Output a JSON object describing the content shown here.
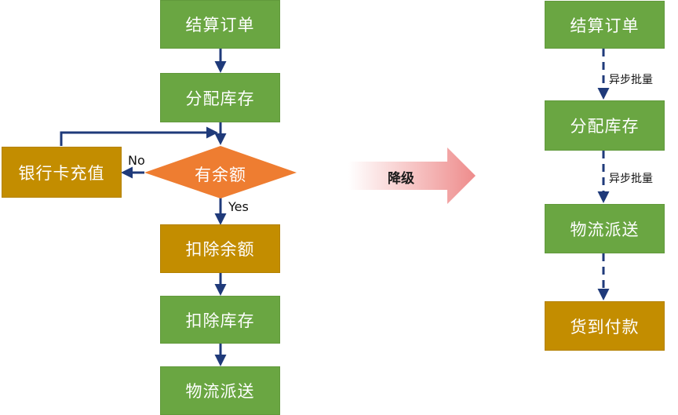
{
  "left_flow": {
    "step1": "结算订单",
    "step2": "分配库存",
    "decision": "有余额",
    "no_branch": "银行卡充值",
    "no_label": "No",
    "yes_label": "Yes",
    "step3": "扣除余额",
    "step4": "扣除库存",
    "step5": "物流派送"
  },
  "transition": {
    "label": "降级"
  },
  "right_flow": {
    "step1": "结算订单",
    "link1": "异步批量",
    "step2": "分配库存",
    "link2": "异步批量",
    "step3": "物流派送",
    "step4": "货到付款"
  },
  "colors": {
    "process_green": "#6aa642",
    "process_gold": "#c38d00",
    "decision_orange": "#ee7d31",
    "connector_navy": "#1f3a7a",
    "transition_arrow": "#f0a4a4"
  }
}
